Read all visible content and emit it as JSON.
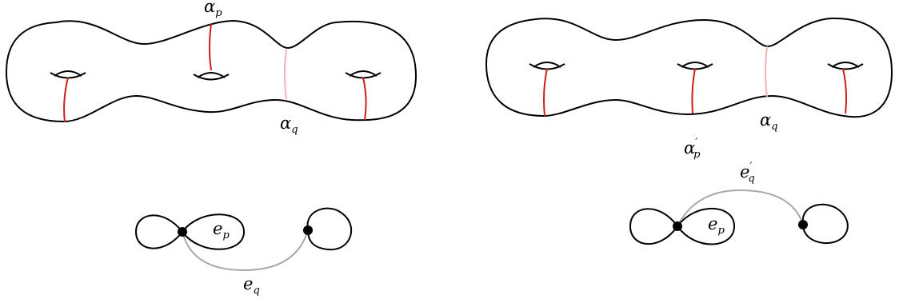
{
  "colors": {
    "outline": "#000000",
    "curve_red": "#d01c1c",
    "curve_pink": "#f4b3b3",
    "edge_gray": "#a9a9a9",
    "vertex": "#000000"
  },
  "labels": {
    "alpha_p_top": {
      "base": "α",
      "sub": "p",
      "prime": ""
    },
    "alpha_q_left": {
      "base": "α",
      "sub": "q",
      "prime": ""
    },
    "alpha_p_prime": {
      "base": "α",
      "sub": "p",
      "prime": "′"
    },
    "alpha_q_right": {
      "base": "α",
      "sub": "q",
      "prime": ""
    },
    "e_p_left": {
      "base": "e",
      "sub": "p",
      "prime": ""
    },
    "e_q_left": {
      "base": "e",
      "sub": "q",
      "prime": ""
    },
    "e_p_right": {
      "base": "e",
      "sub": "p",
      "prime": ""
    },
    "e_q_prime": {
      "base": "e",
      "sub": "q",
      "prime": "′"
    }
  }
}
